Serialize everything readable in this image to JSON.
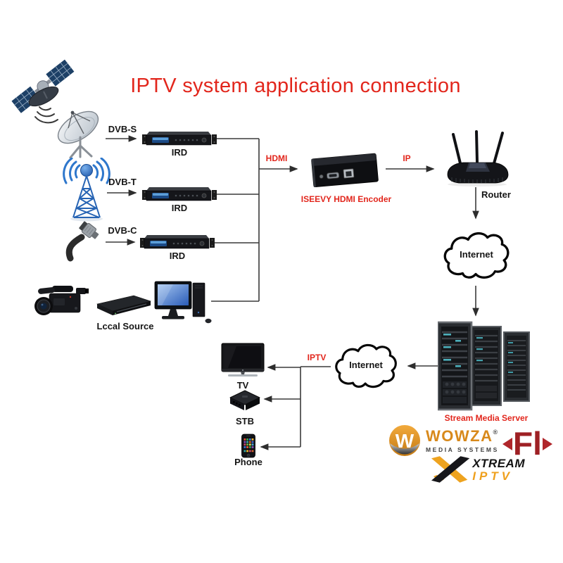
{
  "title": "IPTV system application connection",
  "colors": {
    "accent_red": "#e2261c",
    "connector_line": "#3a3a3a",
    "tower_blue": "#2e6db8",
    "wowza_orange": "#d8891b",
    "fl_red": "#9e2024",
    "xtream_orange": "#efa01d"
  },
  "sources": {
    "dvb_s": {
      "label": "DVB-S"
    },
    "dvb_t": {
      "label": "DVB-T"
    },
    "dvb_c": {
      "label": "DVB-C"
    },
    "local": {
      "label": "Lccal Source"
    }
  },
  "devices": {
    "ird": {
      "label": "IRD"
    },
    "encoder": {
      "label": "ISEEVY HDMI Encoder"
    },
    "router": {
      "label": "Router"
    },
    "server": {
      "label": "Stream Media Server"
    },
    "tv": {
      "label": "TV"
    },
    "stb": {
      "label": "STB"
    },
    "phone": {
      "label": "Phone"
    }
  },
  "network": {
    "internet_label": "Internet",
    "hdmi_label": "HDMI",
    "ip_label": "IP",
    "iptv_label": "IPTV"
  },
  "logos": {
    "wowza": {
      "letter": "W",
      "word": "WOWZA",
      "reg": "®",
      "subtitle": "MEDIA SYSTEMS"
    },
    "fl": {
      "text": "Fl"
    },
    "xtream": {
      "line1": "XTREAM",
      "line2": "IPTV"
    }
  },
  "icons": [
    "satellite-icon",
    "satellite-dish-icon",
    "antenna-tower-icon",
    "coax-cable-icon",
    "ird-device-icon",
    "camcorder-icon",
    "dvd-player-icon",
    "desktop-computer-icon",
    "hdmi-encoder-icon",
    "router-icon",
    "internet-cloud-icon",
    "server-rack-icon",
    "tv-icon",
    "stb-icon",
    "phone-icon"
  ]
}
